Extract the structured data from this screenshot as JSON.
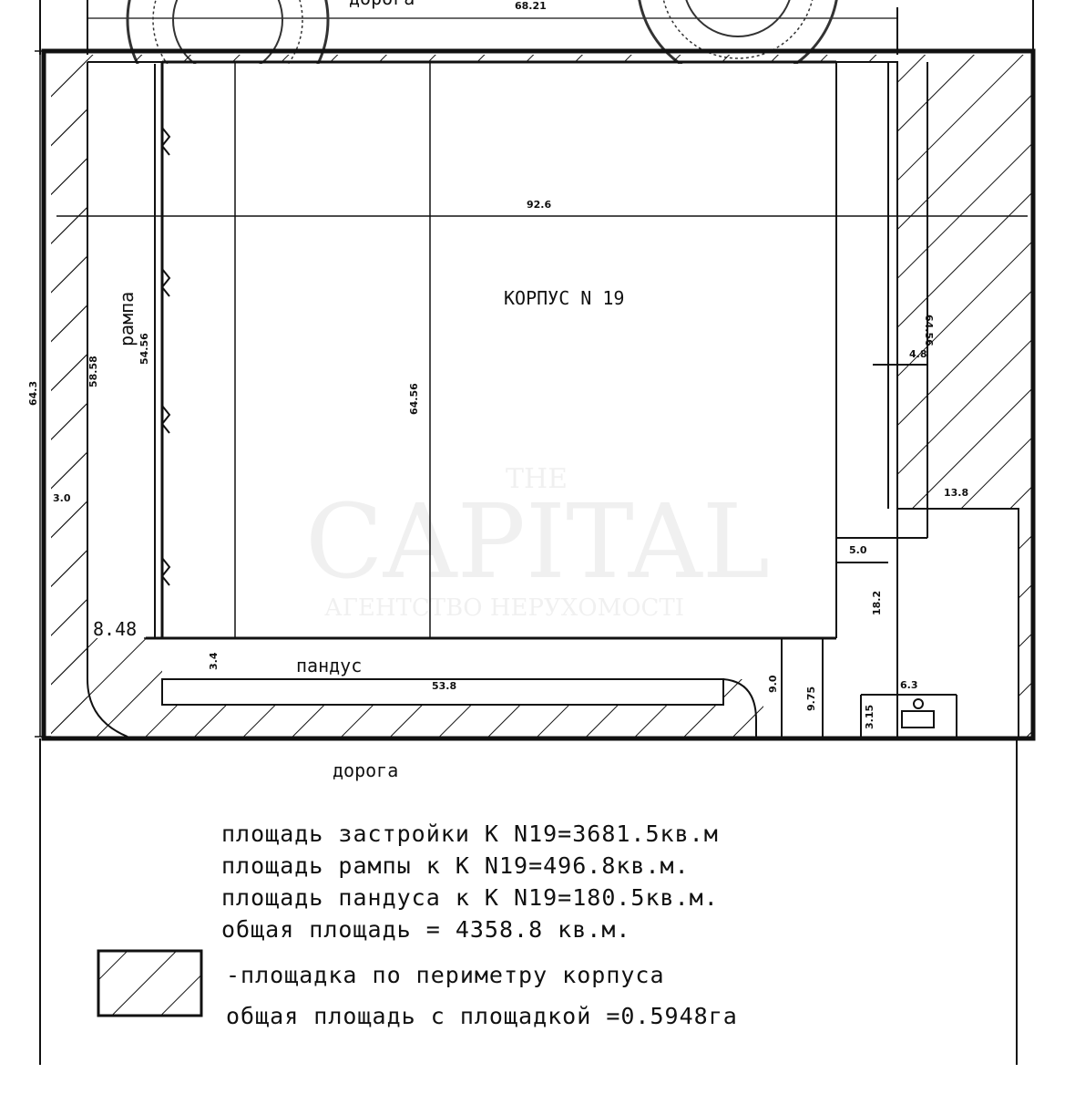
{
  "plan": {
    "building_label": "КОРПУС N 19",
    "ramp_label": "рампа",
    "slope_label": "пандус",
    "road_top_label": "дорога",
    "road_bottom_label": "дорога",
    "top_dim": "68.21",
    "dims": {
      "width_92_6": "92.6",
      "height_64_3": "64.3",
      "d_58_58": "58.58",
      "d_54_56": "54.56",
      "center_64_56": "64.56",
      "right_64_56": "64.56",
      "d_3_0": "3.0",
      "d_8_48": "8.48",
      "d_3_4": "3.4",
      "d_53_8": "53.8",
      "d_4_8": "4.8",
      "d_13_8": "13.8",
      "d_5_0": "5.0",
      "d_18_2": "18.2",
      "d_9_0": "9.0",
      "d_9_75": "9.75",
      "d_6_3": "6.3",
      "d_3_15": "3.15"
    }
  },
  "legend": {
    "line1": "площадь застройки К N19=3681.5кв.м",
    "line2": "площадь рампы к К N19=496.8кв.м.",
    "line3": "площадь пандуса к К N19=180.5кв.м.",
    "line4": "общая площадь = 4358.8 кв.м.",
    "hatch_desc": "-площадка по периметру корпуса",
    "total_with_area": "общая площадь с площадкой =0.5948га"
  },
  "watermark": {
    "small": "THE",
    "big": "CAPITAL",
    "sub": "АГЕНТСТВО НЕРУХОМОСТІ"
  }
}
